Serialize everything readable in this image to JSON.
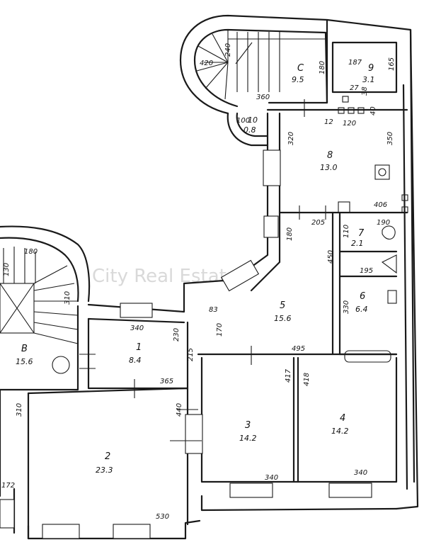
{
  "watermark": "City Real Estate",
  "rooms": {
    "c": {
      "label": "C",
      "area": "9.5"
    },
    "r9": {
      "label": "9",
      "area": "3.1"
    },
    "r10": {
      "label": "10",
      "area": "0.8"
    },
    "r8": {
      "label": "8",
      "area": "13.0"
    },
    "r7": {
      "label": "7",
      "area": "2.1"
    },
    "r6": {
      "label": "6",
      "area": "6.4"
    },
    "r5": {
      "label": "5",
      "area": "15.6"
    },
    "b": {
      "label": "B",
      "area": "15.6"
    },
    "r1": {
      "label": "1",
      "area": "8.4"
    },
    "r2": {
      "label": "2",
      "area": "23.3"
    },
    "r3": {
      "label": "3",
      "area": "14.2"
    },
    "r4": {
      "label": "4",
      "area": "14.2"
    }
  },
  "dims": {
    "d240": "240",
    "d420": "420",
    "d360": "360",
    "d180c": "180",
    "d187": "187",
    "d165": "165",
    "d27": "27",
    "d38": "38",
    "d40": "40",
    "d100": "100",
    "d12": "12",
    "d120": "120",
    "d320": "320",
    "d350": "350",
    "d406": "406",
    "d205": "205",
    "d180": "180",
    "d110": "110",
    "d190": "190",
    "d450": "450",
    "d195": "195",
    "d330": "330",
    "d83": "83",
    "d170": "170",
    "d495": "495",
    "d130": "130",
    "d180b": "180",
    "d310": "310",
    "d340l": "340",
    "d230": "230",
    "d215": "215",
    "d365": "365",
    "d417": "417",
    "d418": "418",
    "d440": "440",
    "d310b": "310",
    "d172": "172",
    "d530": "530",
    "d340a": "340",
    "d340b": "340"
  }
}
